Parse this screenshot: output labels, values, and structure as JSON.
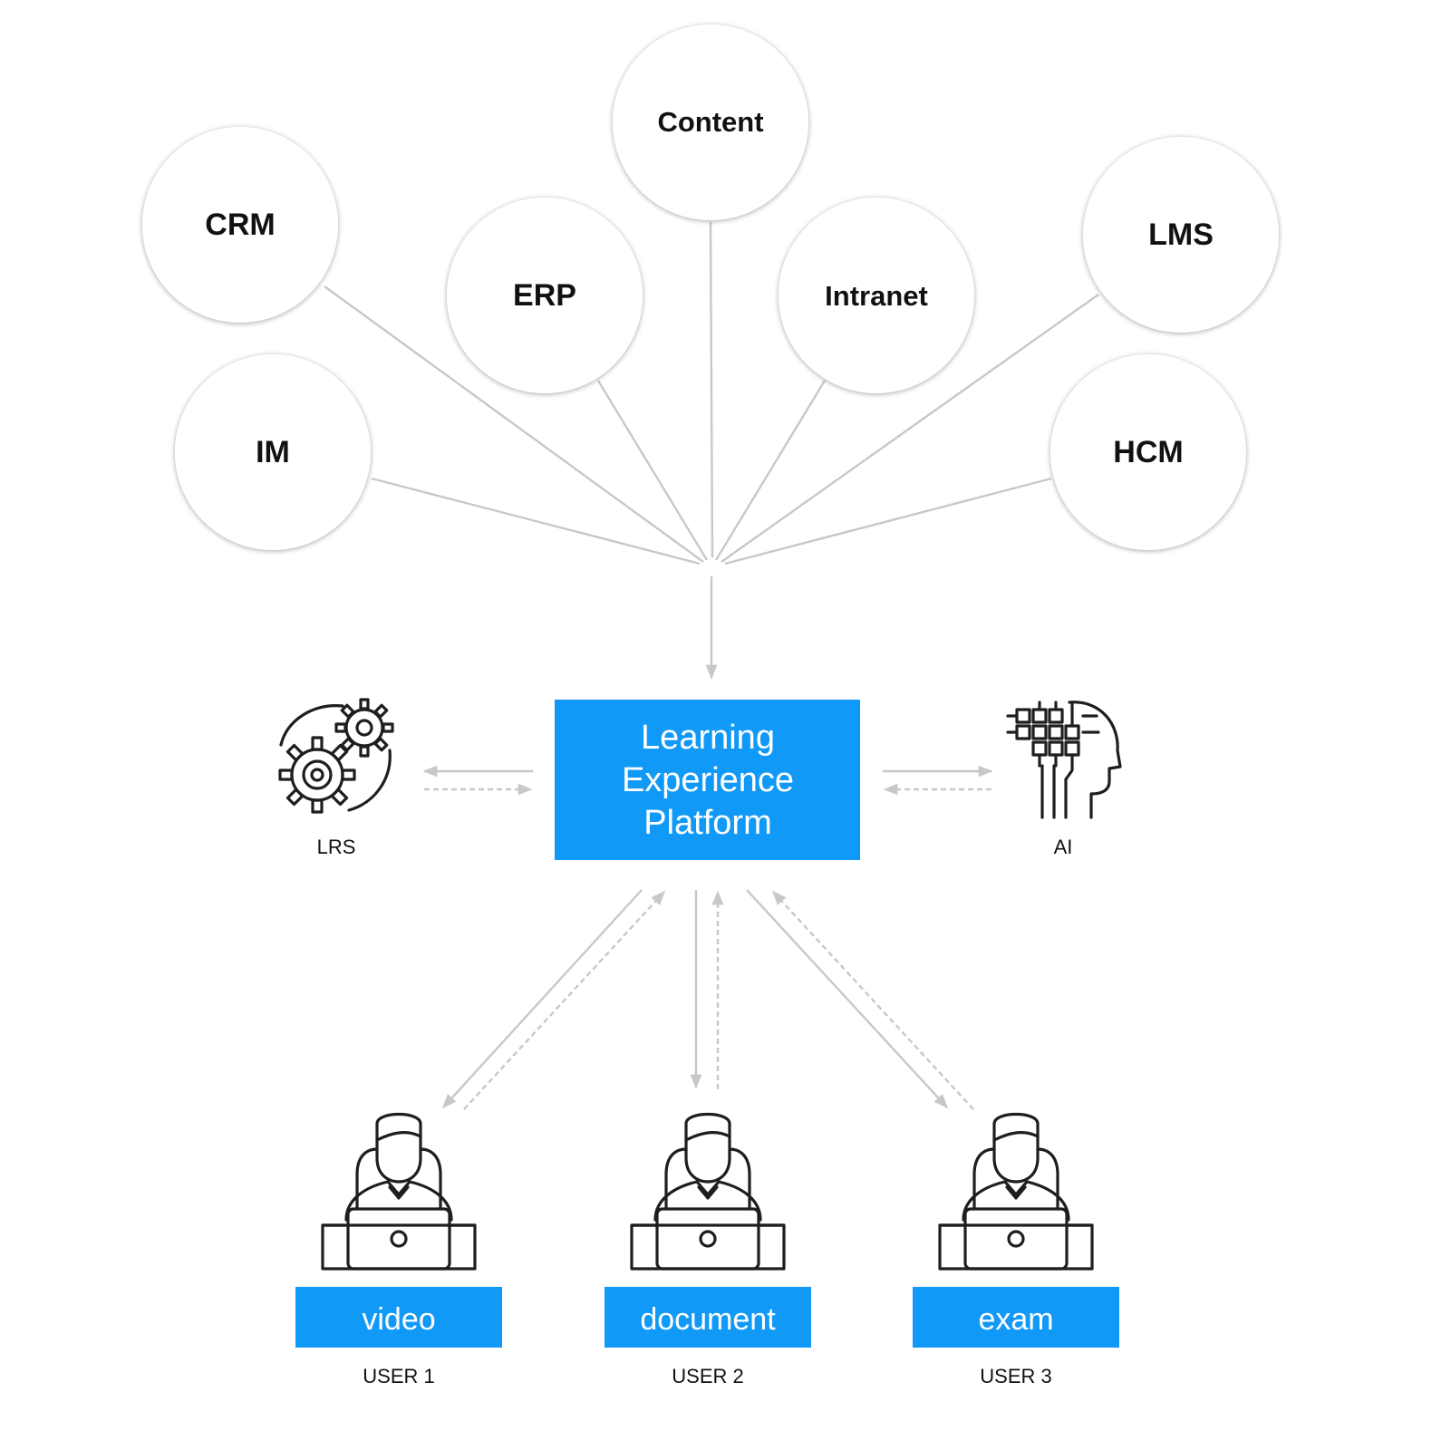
{
  "colors": {
    "accent": "#1199f8",
    "connector": "#c8c8c8",
    "icon": "#1e1e1e"
  },
  "sources": [
    {
      "id": "content",
      "label": "Content"
    },
    {
      "id": "crm",
      "label": "CRM"
    },
    {
      "id": "erp",
      "label": "ERP"
    },
    {
      "id": "intranet",
      "label": "Intranet"
    },
    {
      "id": "lms",
      "label": "LMS"
    },
    {
      "id": "im",
      "label": "IM"
    },
    {
      "id": "hcm",
      "label": "HCM"
    }
  ],
  "platform": {
    "lines": [
      "Learning",
      "Experience",
      "Platform"
    ]
  },
  "side": {
    "lrs": {
      "caption": "LRS",
      "icon": "gears-icon"
    },
    "ai": {
      "caption": "AI",
      "icon": "ai-head-icon"
    }
  },
  "users": [
    {
      "content": "video",
      "caption": "USER 1",
      "icon": "user-laptop-icon"
    },
    {
      "content": "document",
      "caption": "USER 2",
      "icon": "user-laptop-icon"
    },
    {
      "content": "exam",
      "caption": "USER 3",
      "icon": "user-laptop-icon"
    }
  ]
}
